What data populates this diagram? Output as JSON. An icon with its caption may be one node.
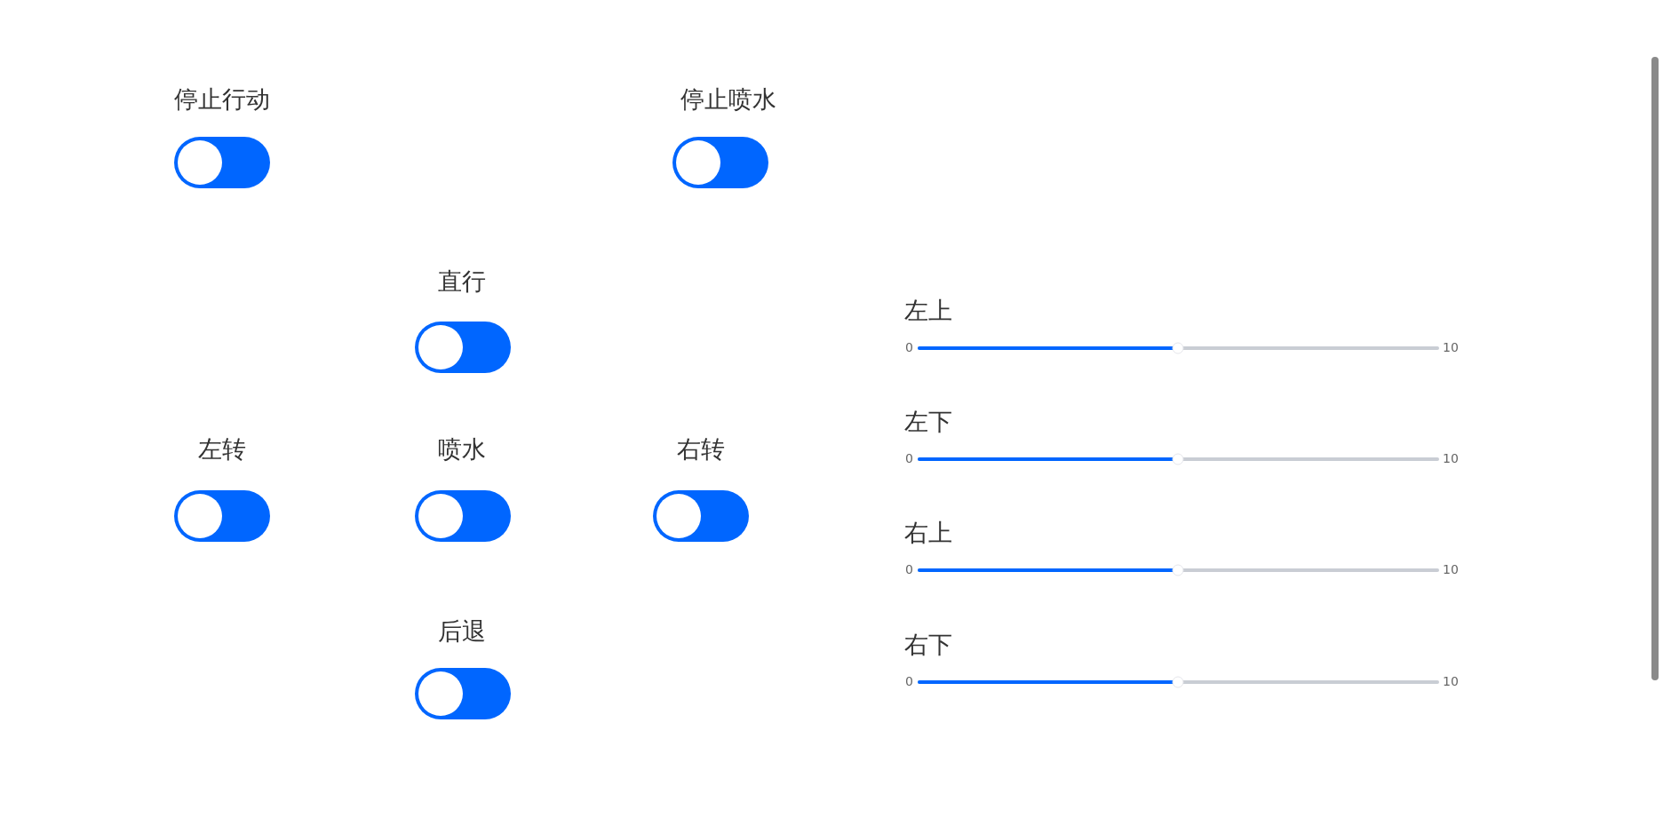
{
  "diagram": {
    "labels": [
      "停止行动",
      "停止喷水",
      "直行",
      "左上",
      "0",
      "10",
      "左下",
      "0",
      "10",
      "左转",
      "喷水",
      "右转",
      "右上",
      "0",
      "10",
      "后退",
      "右下",
      "0",
      "10"
    ]
  }
}
